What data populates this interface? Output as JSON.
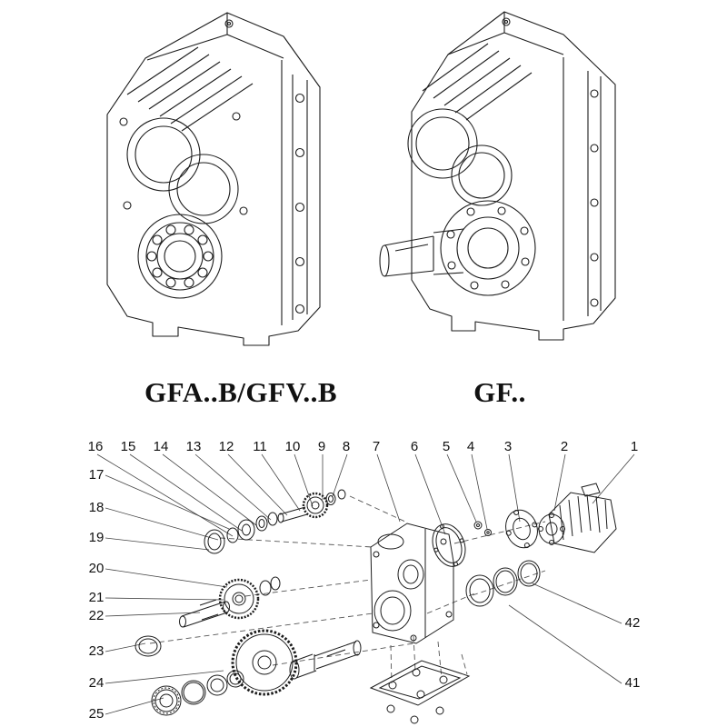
{
  "models": {
    "left_label": "GFA..B/GFV..B",
    "right_label": "GF.."
  },
  "exploded": {
    "top_callouts": [
      "16",
      "15",
      "14",
      "13",
      "12",
      "11",
      "10",
      "9",
      "8",
      "7",
      "6",
      "5",
      "4",
      "3",
      "2",
      "1"
    ],
    "left_callouts": [
      "17",
      "18",
      "19",
      "20",
      "21",
      "22",
      "23",
      "24",
      "25"
    ],
    "right_callouts": [
      "42",
      "41"
    ]
  },
  "colors": {
    "line": "#1c1c1c",
    "background": "#ffffff"
  }
}
